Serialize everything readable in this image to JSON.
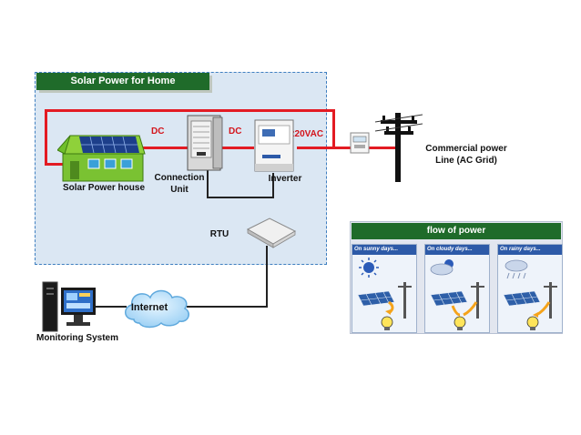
{
  "home": {
    "title": "Solar Power for Home",
    "solar_house_label": "Solar Power house",
    "connection_unit_label_1": "Connection",
    "connection_unit_label_2": "Unit",
    "inverter_label": "Inverter",
    "rtu_label": "RTU",
    "dc_label_1": "DC",
    "dc_label_2": "DC",
    "ac_label": "220VAC"
  },
  "grid": {
    "label_line_1": "Commercial power",
    "label_line_2": "Line (AC Grid)"
  },
  "network": {
    "internet_label": "Internet",
    "monitoring_label": "Monitoring System"
  },
  "flow": {
    "title": "flow of power",
    "panels": [
      {
        "heading": "On sunny days..."
      },
      {
        "heading": "On cloudy days..."
      },
      {
        "heading": "On rainy days..."
      }
    ]
  },
  "colors": {
    "ac_dc_wire": "#e31b23",
    "header_green": "#1f6b2a",
    "home_area": "#dbe7f3"
  }
}
